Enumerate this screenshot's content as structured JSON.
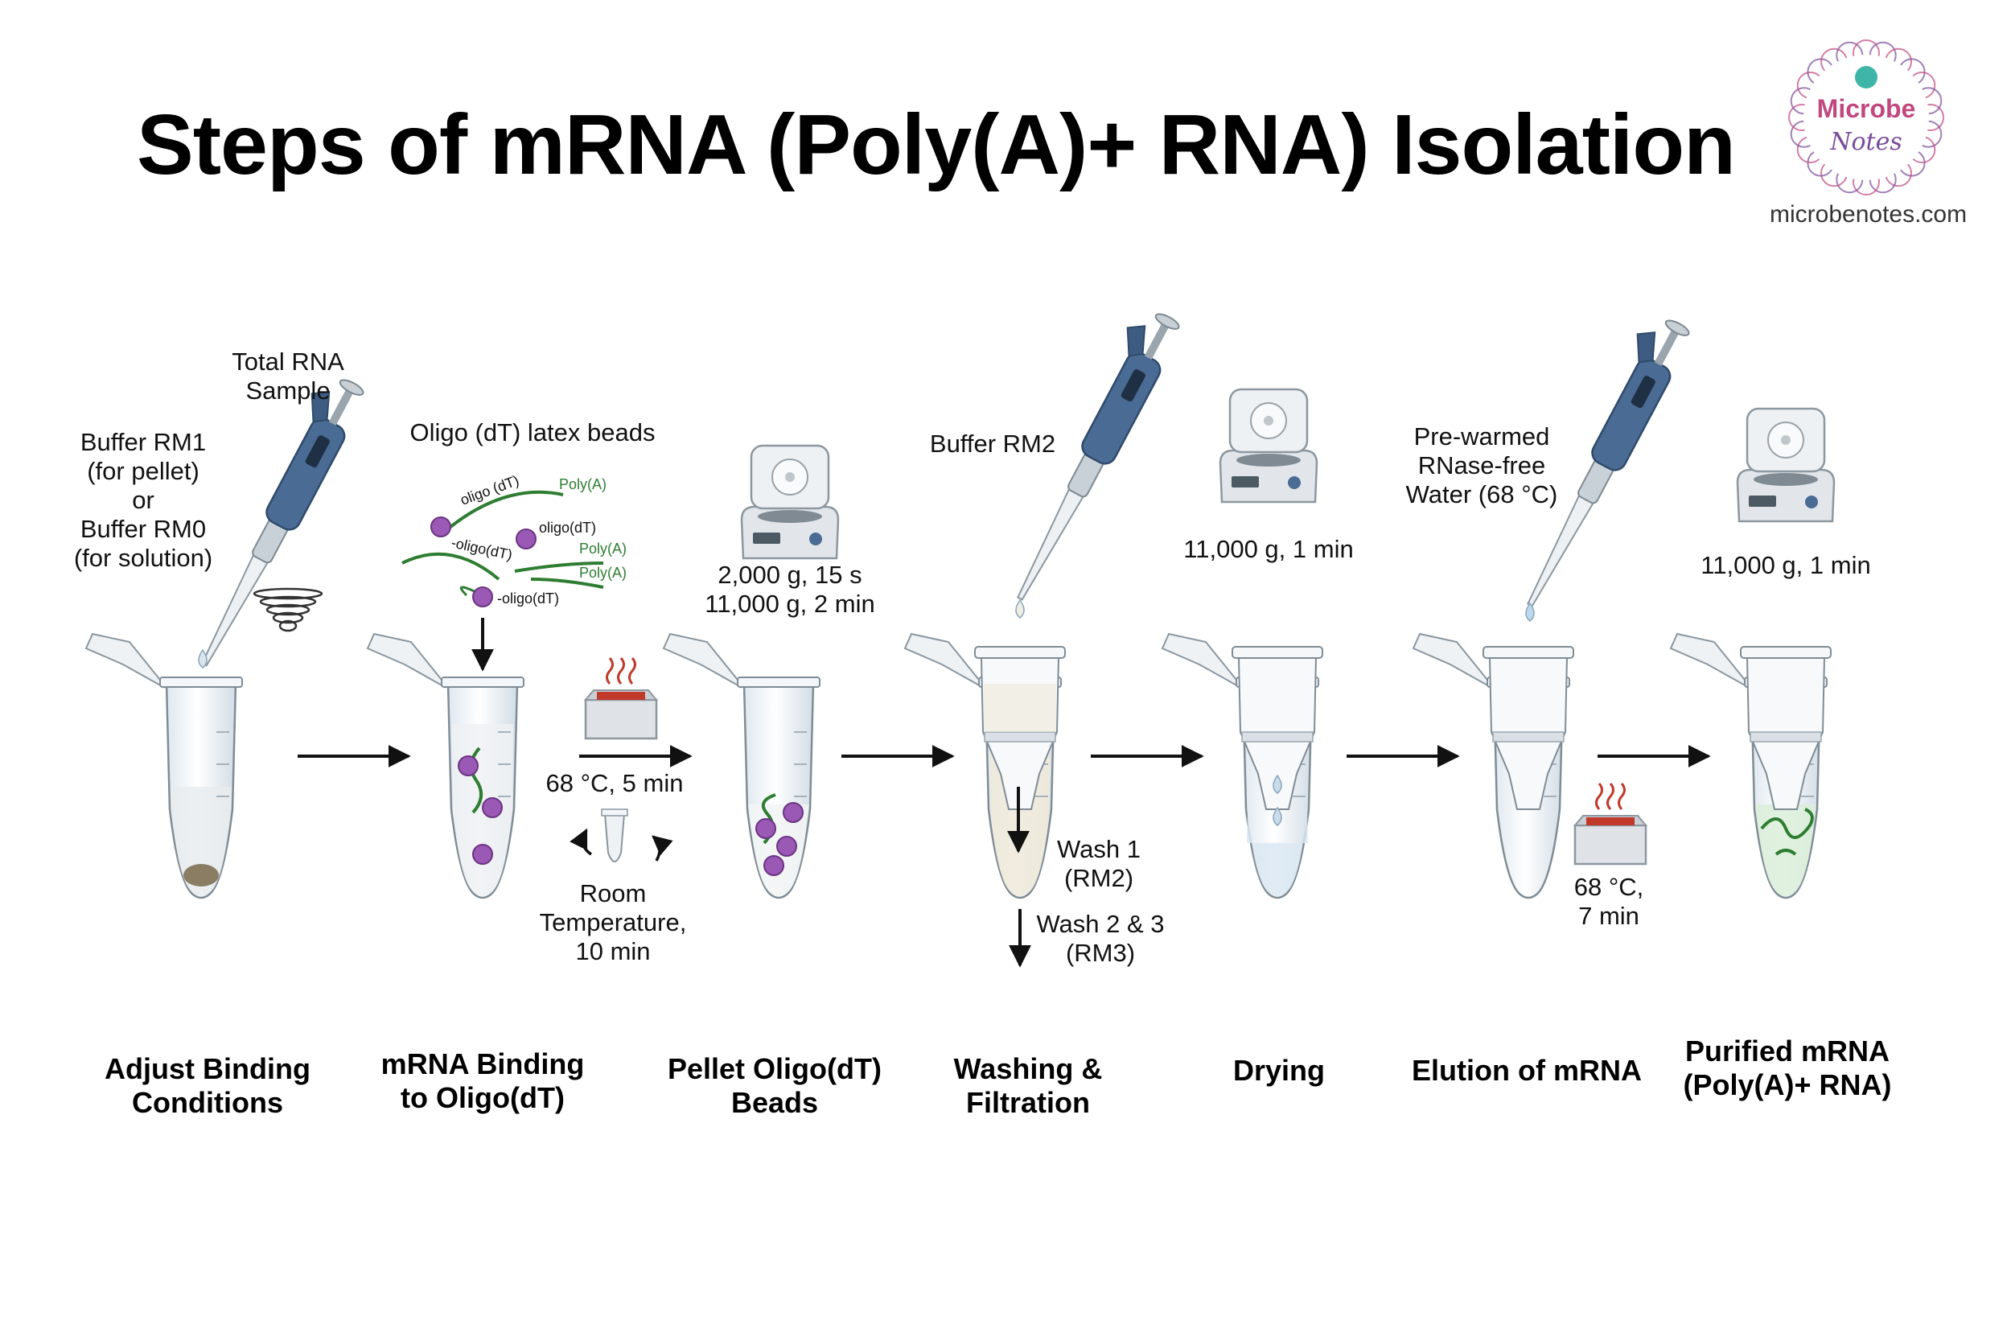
{
  "title": "Steps of mRNA (Poly(A)+ RNA) Isolation",
  "logo": {
    "line1": "Microbe",
    "line2": "Notes",
    "website": "microbenotes.com"
  },
  "annotations": {
    "total_rna": "Total RNA\nSample",
    "buffer_rm1": "Buffer RM1\n(for pellet)\nor\nBuffer RM0\n(for solution)",
    "oligo_beads": "Oligo (dT) latex beads",
    "heat_68_5": "68 °C, 5 min",
    "room_temp": "Room\nTemperature,\n10 min",
    "spin_pellet": "2,000 g, 15 s\n11,000 g, 2 min",
    "buffer_rm2": "Buffer RM2",
    "wash1": "Wash 1\n(RM2)",
    "wash23": "Wash 2 & 3\n(RM3)",
    "spin_dry": "11,000 g, 1 min",
    "prewarmed": "Pre-warmed\nRNase-free\nWater (68 °C)",
    "heat_68_7": "68 °C,\n7 min",
    "spin_final": "11,000 g, 1 min"
  },
  "molecule_labels": {
    "oligo_dt": "oligo (dT)",
    "oligo_dt_short": "-oligo(dT)",
    "oligo_dt_tag": "oligo(dT)",
    "poly_a": "Poly(A)"
  },
  "steps": [
    "Adjust Binding\nConditions",
    "mRNA Binding\nto Oligo(dT)",
    "Pellet Oligo(dT)\nBeads",
    "Washing &\nFiltration",
    "Drying",
    "Elution of mRNA",
    "Purified mRNA\n(Poly(A)+ RNA)"
  ],
  "colors": {
    "title": "#000000",
    "pipette": "#4a6b94",
    "bead": "#9b59b6",
    "strand": "#2e7d32",
    "heater": "#c0392b",
    "logo_pink": "#c2477f",
    "logo_purple": "#7a4b9a"
  }
}
